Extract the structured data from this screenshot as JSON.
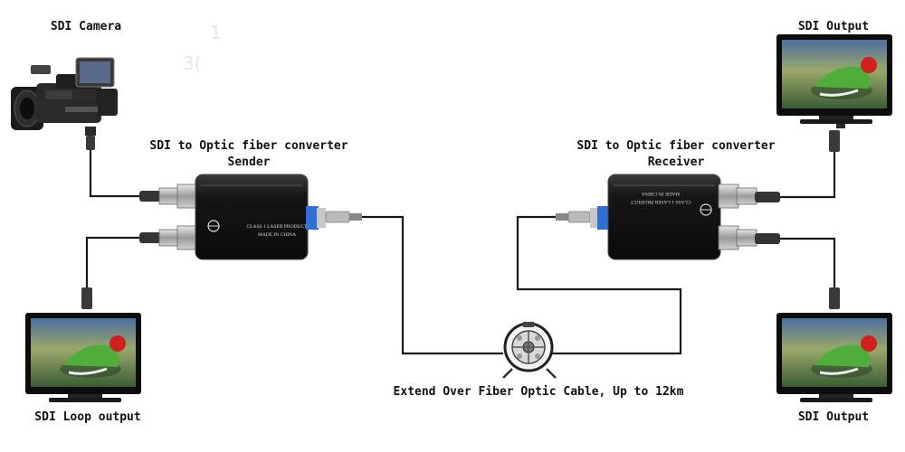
{
  "labels": {
    "camera": "SDI Camera",
    "output_top": "SDI Output",
    "output_bottom": "SDI Output",
    "loop_output": "SDI Loop output",
    "sender_line1": "SDI to Optic fiber converter",
    "sender_line2": "Sender",
    "receiver_line1": "SDI to Optic fiber converter",
    "receiver_line2": "Receiver",
    "cable": "Extend Over Fiber Optic Cable, Up to 12km"
  },
  "device_text": {
    "class_laser": "CLASS 1 LASER PRODUCT",
    "made_in": "MADE IN CHINA"
  },
  "ghost_text": {
    "a": "1",
    "b": "3("
  },
  "colors": {
    "device_body": "#151515",
    "cable": "#1a1a1a",
    "sfp_blue": "#2f6fd6",
    "monitor_frame": "#0c0c0c",
    "screen_sky": "#3a5a8a",
    "screen_track": "#5a7a5a",
    "rider_green": "#4fae3a"
  }
}
